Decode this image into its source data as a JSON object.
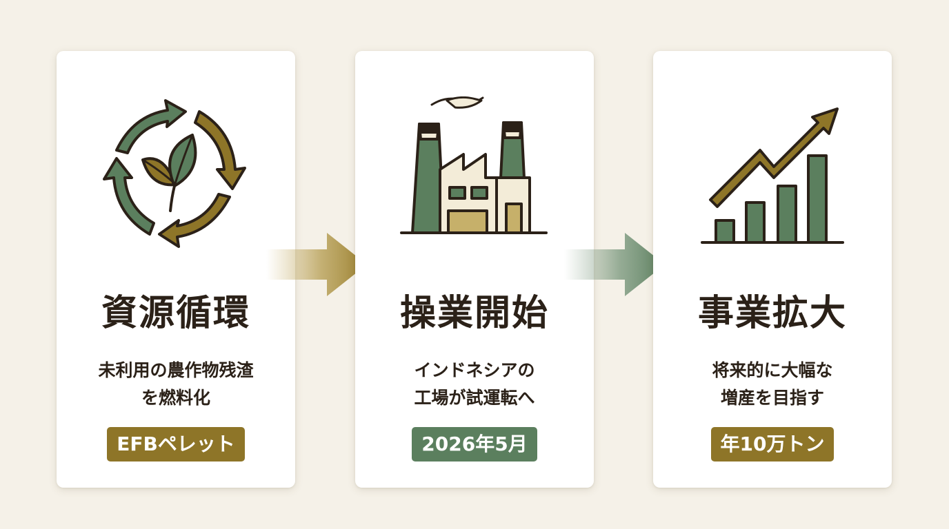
{
  "colors": {
    "background": "#f5f1e8",
    "green": "#5b7f5e",
    "gold": "#8e7528",
    "cream": "#f3ecd8",
    "outline": "#2b2118"
  },
  "steps": [
    {
      "icon": "recycle-leaf-icon",
      "title": "資源循環",
      "desc": [
        "未利用の農作物残渣",
        "を燃料化"
      ],
      "badge": "EFBペレット",
      "badge_color": "#8e7528"
    },
    {
      "icon": "factory-icon",
      "title": "操業開始",
      "desc": [
        "インドネシアの",
        "工場が試運転へ"
      ],
      "badge": "2026年5月",
      "badge_color": "#5b7f5e"
    },
    {
      "icon": "growth-chart-icon",
      "title": "事業拡大",
      "desc": [
        "将来的に大幅な",
        "増産を目指す"
      ],
      "badge": "年10万トン",
      "badge_color": "#8e7528"
    }
  ],
  "connectors": [
    {
      "icon": "arrow-right-icon",
      "color": "#9a7f2e"
    },
    {
      "icon": "arrow-right-icon",
      "color": "#5b7f5e"
    }
  ]
}
